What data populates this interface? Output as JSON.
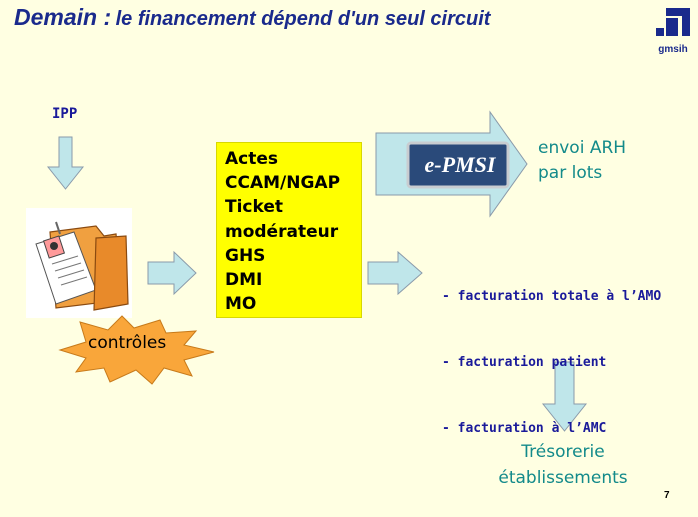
{
  "slide": {
    "title_bold": "Demain :",
    "title_rest": "le financement dépend d'un seul circuit",
    "logo_text": "gmsih",
    "page_number": "7"
  },
  "diagram": {
    "ipp_label": "IPP",
    "controls_label": "contrôles",
    "data_items": [
      "Actes",
      "CCAM/NGAP",
      "Ticket",
      "modérateur",
      "GHS",
      "DMI",
      "MO"
    ],
    "epmsi_label": "e-PMSI",
    "envoi": [
      "envoi ARH",
      "par lots"
    ],
    "billing": [
      "- facturation totale à l’AMO",
      "- facturation patient",
      "- facturation à l’AMC"
    ],
    "tresorerie": [
      "Trésorerie",
      "établissements"
    ]
  },
  "colors": {
    "title": "#1a2a8c",
    "background": "#ffffe2",
    "arrow_fill": "#bfe6ea",
    "box_fill": "#ffff00",
    "teal_text": "#138a8a",
    "navy_text": "#1a1a9a",
    "burst_fill": "#f9a63a"
  }
}
